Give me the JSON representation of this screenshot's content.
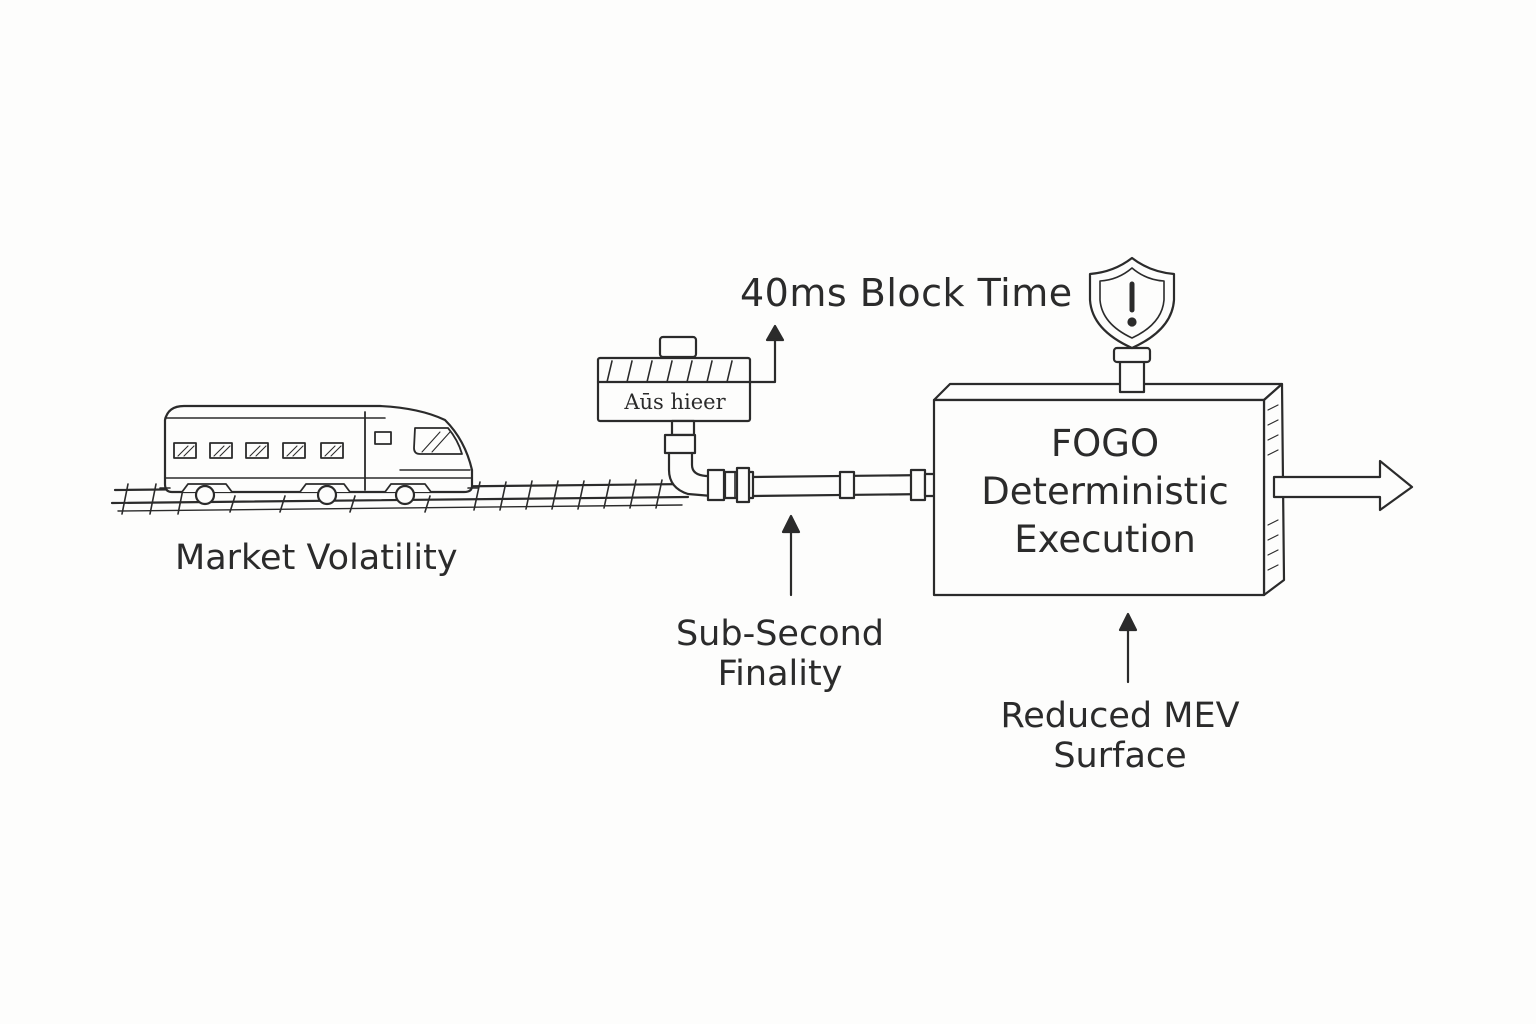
{
  "diagram": {
    "block_time_label": "40ms Block Time",
    "signal_box_label": "Aūs hieer",
    "volatility_label": "Market Volatility",
    "finality_line1": "Sub-Second",
    "finality_line2": "Finality",
    "box_line1": "FOGO",
    "box_line2": "Deterministic",
    "box_line3": "Execution",
    "mev_line1": "Reduced MEV",
    "mev_line2": "Surface",
    "icons": [
      "train-icon",
      "rail-track",
      "signal-box-icon",
      "pipe-icon",
      "shield-warning-icon",
      "output-arrow-icon"
    ]
  },
  "colors": {
    "ink": "#2b2b2b",
    "background": "#fdfdfc"
  }
}
